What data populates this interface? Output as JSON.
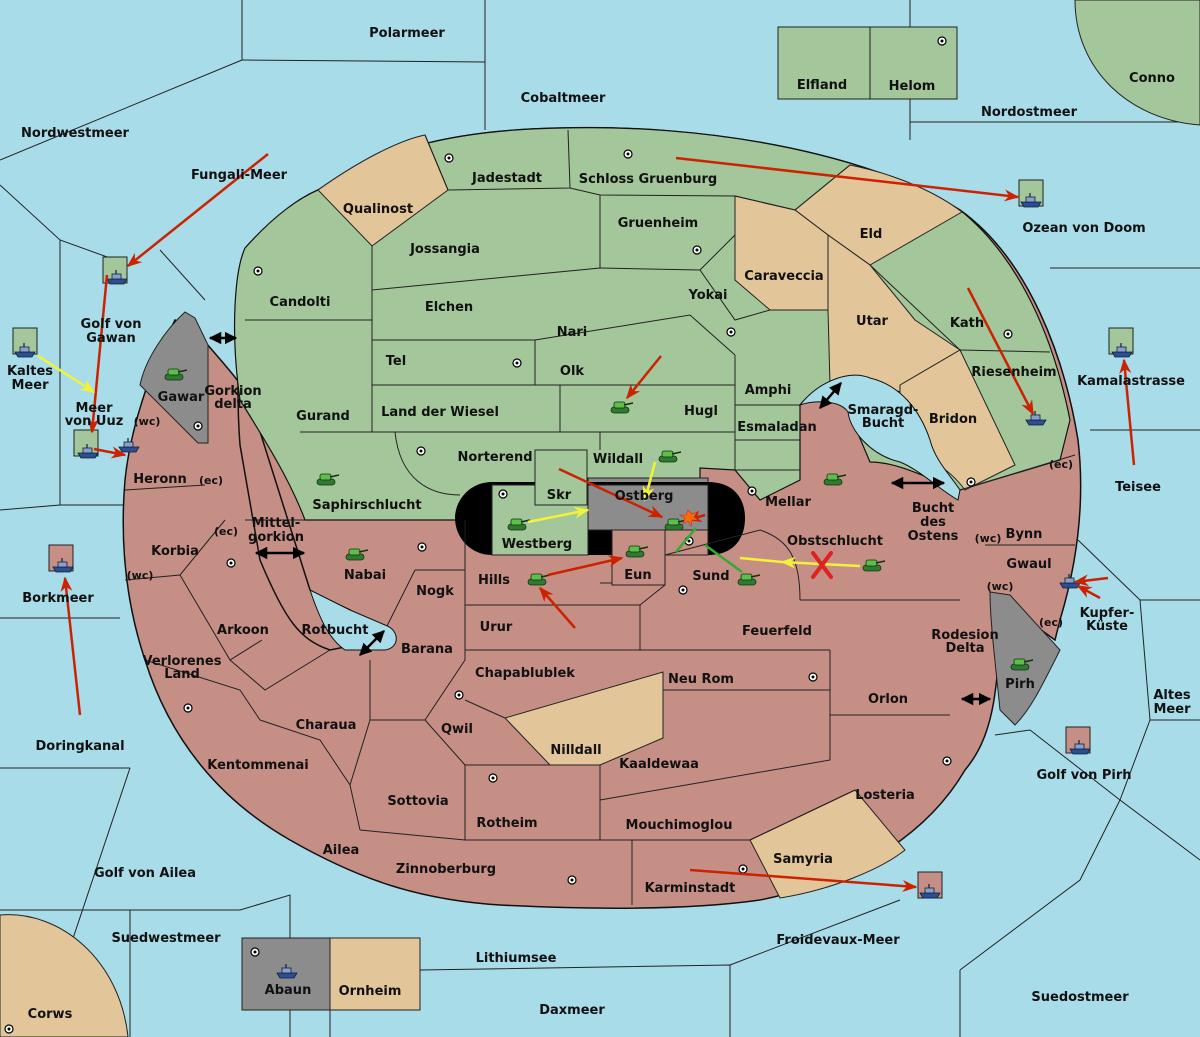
{
  "map": {
    "colors": {
      "sea": "#a8dce8",
      "green": "#a3c69a",
      "pink": "#c68f86",
      "tan": "#e3c59a",
      "grey": "#8c8c8c",
      "black": "#000000",
      "red_arrow": "#cc2200",
      "yellow_arrow": "#f2f23a",
      "green_line": "#33aa33"
    },
    "sea_labels": {
      "polarmeer": "Polarmeer",
      "cobaltmeer": "Cobaltmeer",
      "nordostmeer": "Nordostmeer",
      "nordwestmeer": "Nordwestmeer",
      "fungali_meer": "Fungali-Meer",
      "ozean_von_doom": "Ozean von Doom",
      "golf_von_gawan_1": "Golf von",
      "golf_von_gawan_2": "Gawan",
      "kaltes_meer_1": "Kaltes",
      "kaltes_meer_2": "Meer",
      "meer_von_uuz_1": "Meer",
      "meer_von_uuz_2": "von Uuz",
      "gorkion_delta_1": "Gorkion",
      "gorkion_delta_2": "delta",
      "mittelgorkion_1": "Mittel-",
      "mittelgorkion_2": "gorkion",
      "rotbucht": "Rotbucht",
      "smaragdbucht_1": "Smaragd-",
      "smaragdbucht_2": "Bucht",
      "bucht_des_ostens_1": "Bucht",
      "bucht_des_ostens_2": "des",
      "bucht_des_ostens_3": "Ostens",
      "kamalastrasse": "Kamalastrasse",
      "teisee": "Teisee",
      "kupferkueste_1": "Kupfer-",
      "kupferkueste_2": "Küste",
      "rodesion_delta_1": "Rodesion",
      "rodesion_delta_2": "Delta",
      "altes_meer_1": "Altes",
      "altes_meer_2": "Meer",
      "golf_von_pirh": "Golf von Pirh",
      "borkmeer": "Borkmeer",
      "doringkanal": "Doringkanal",
      "golf_von_ailea": "Golf von Ailea",
      "suedwestmeer": "Suedwestmeer",
      "lithiumsee": "Lithiumsee",
      "froidevaux_meer": "Froidevaux-Meer",
      "daxmeer": "Daxmeer",
      "suedostmeer": "Suedostmeer",
      "corws": "Corws",
      "conno": "Conno"
    },
    "land_labels": {
      "elfland": "Elfland",
      "helom": "Helom",
      "jadestadt": "Jadestadt",
      "schloss_gruenburg": "Schloss Gruenburg",
      "qualinost": "Qualinost",
      "gruenheim": "Gruenheim",
      "eld": "Eld",
      "jossangia": "Jossangia",
      "caraveccia": "Caraveccia",
      "candolti": "Candolti",
      "elchen": "Elchen",
      "yokai": "Yokai",
      "utar": "Utar",
      "kath": "Kath",
      "nari": "Nari",
      "tel": "Tel",
      "olk": "Olk",
      "amphi": "Amphi",
      "riesenheim": "Riesenheim",
      "gurand": "Gurand",
      "land_der_wiesel": "Land der Wiesel",
      "hugl": "Hugl",
      "esmaladan": "Esmaladan",
      "bridon": "Bridon",
      "gawar": "Gawar",
      "norterend": "Norterend",
      "wildall": "Wildall",
      "skr": "Skr",
      "ostberg": "Ostberg",
      "mellar": "Mellar",
      "saphirschlucht": "Saphirschlucht",
      "westberg": "Westberg",
      "obstschlucht": "Obstschlucht",
      "heronn": "Heronn",
      "korbia": "Korbia",
      "nabai": "Nabai",
      "hills": "Hills",
      "eun": "Eun",
      "sund": "Sund",
      "bynn": "Bynn",
      "gwaul": "Gwaul",
      "nogk": "Nogk",
      "urur": "Urur",
      "feuerfeld": "Feuerfeld",
      "arkoon": "Arkoon",
      "barana": "Barana",
      "verlorenes_land_1": "Verlorenes",
      "verlorenes_land_2": "Land",
      "chapablublek": "Chapablublek",
      "neu_rom": "Neu Rom",
      "orlon": "Orlon",
      "pirh": "Pirh",
      "charaua": "Charaua",
      "qwil": "Qwil",
      "nilldall": "Nilldall",
      "kentommenai": "Kentommenai",
      "kaaldewaa": "Kaaldewaa",
      "losteria": "Losteria",
      "sottovia": "Sottovia",
      "rotheim": "Rotheim",
      "mouchimoglou": "Mouchimoglou",
      "ailea": "Ailea",
      "samyria": "Samyria",
      "zinnoberburg": "Zinnoberburg",
      "karminstadt": "Karminstadt",
      "abaun": "Abaun",
      "ornheim": "Ornheim"
    },
    "coast_labels": {
      "heronn_wc": "(wc)",
      "heronn_ec": "(ec)",
      "korbia_ec": "(ec)",
      "korbia_wc": "(wc)",
      "bynn_ec": "(ec)",
      "bynn_wc": "(wc)",
      "gwaul_wc": "(wc)",
      "gwaul_ec": "(ec)"
    },
    "legend_units": {
      "army": "army-unit-icon",
      "fleet": "fleet-unit-icon",
      "supply": "supply-center-icon",
      "battle": "battle-explosion-icon",
      "failed": "failed-order-x-icon"
    }
  }
}
